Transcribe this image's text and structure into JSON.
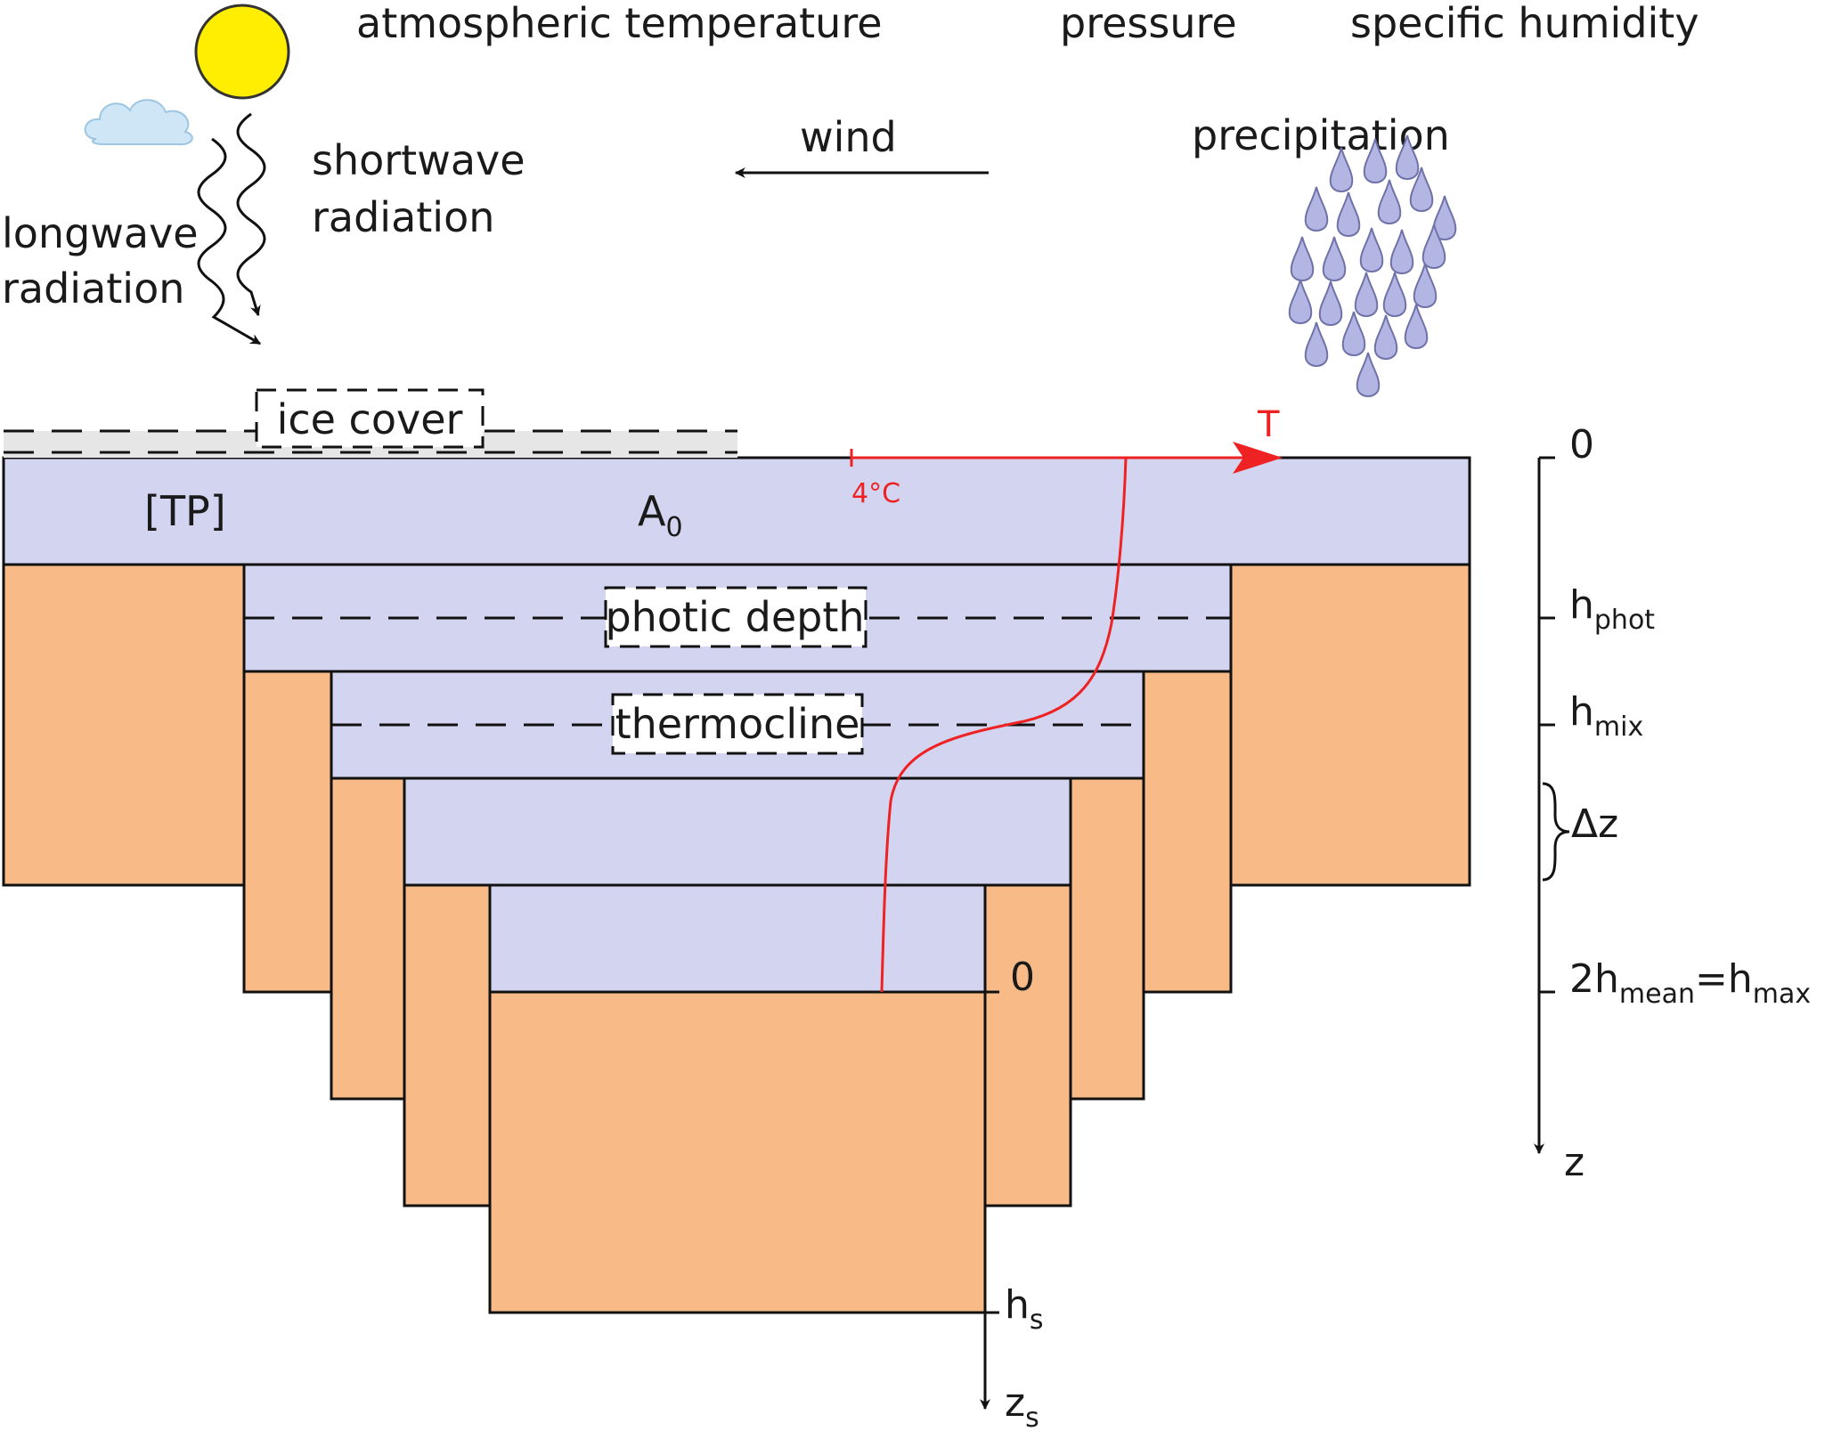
{
  "forcings": {
    "atm_temp": "atmospheric temperature",
    "pressure": "pressure",
    "humidity": "specific humidity",
    "wind": "wind",
    "precipitation": "precipitation",
    "shortwave_1": "shortwave",
    "shortwave_2": "radiation",
    "longwave_1": "longwave",
    "longwave_2": "radiation"
  },
  "lake": {
    "ice_cover": "ice cover",
    "tp": "[TP]",
    "area_main": "A",
    "area_sub": "0",
    "photic_depth": "photic depth",
    "thermocline": "thermocline"
  },
  "temperature_profile": {
    "axis_label": "T",
    "ref_label": "4°C"
  },
  "depth_axis": {
    "zero": "0",
    "hphot_main": "h",
    "hphot_sub": "phot",
    "hmix_main": "h",
    "hmix_sub": "mix",
    "dz": "Δz",
    "hmax_pre": "2h",
    "hmax_sub1": "mean",
    "hmax_mid": "=h",
    "hmax_sub2": "max",
    "z": "z"
  },
  "sediment_axis": {
    "zero": "0",
    "hs_main": "h",
    "hs_sub": "s",
    "zs_main": "z",
    "zs_sub": "s"
  },
  "colors": {
    "water": "#d2d4f0",
    "sediment": "#f8bb87",
    "ice": "#e6e6e6",
    "sun": "#ffee00",
    "cloud": "#cfe6f7",
    "drop": "#b3b6e3",
    "temperature_profile": "#ee2222"
  },
  "icons": [
    "sun-icon",
    "cloud-icon",
    "raindrops-icon"
  ]
}
